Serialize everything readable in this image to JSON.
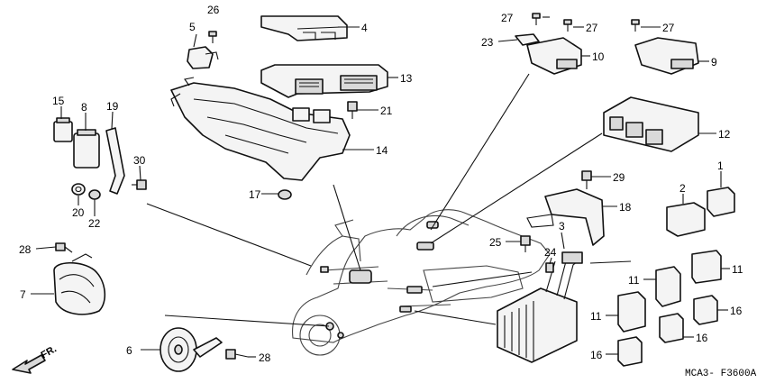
{
  "callouts": [
    {
      "id": "c1",
      "label": "1"
    },
    {
      "id": "c2",
      "label": "2"
    },
    {
      "id": "c3",
      "label": "3"
    },
    {
      "id": "c4",
      "label": "4"
    },
    {
      "id": "c5",
      "label": "5"
    },
    {
      "id": "c6",
      "label": "6"
    },
    {
      "id": "c7",
      "label": "7"
    },
    {
      "id": "c8",
      "label": "8"
    },
    {
      "id": "c9",
      "label": "9"
    },
    {
      "id": "c10",
      "label": "10"
    },
    {
      "id": "c11a",
      "label": "11"
    },
    {
      "id": "c11b",
      "label": "11"
    },
    {
      "id": "c11c",
      "label": "11"
    },
    {
      "id": "c12",
      "label": "12"
    },
    {
      "id": "c13",
      "label": "13"
    },
    {
      "id": "c14",
      "label": "14"
    },
    {
      "id": "c15",
      "label": "15"
    },
    {
      "id": "c16a",
      "label": "16"
    },
    {
      "id": "c16b",
      "label": "16"
    },
    {
      "id": "c16c",
      "label": "16"
    },
    {
      "id": "c17",
      "label": "17"
    },
    {
      "id": "c18",
      "label": "18"
    },
    {
      "id": "c19",
      "label": "19"
    },
    {
      "id": "c20",
      "label": "20"
    },
    {
      "id": "c21",
      "label": "21"
    },
    {
      "id": "c22",
      "label": "22"
    },
    {
      "id": "c23",
      "label": "23"
    },
    {
      "id": "c24",
      "label": "24"
    },
    {
      "id": "c25",
      "label": "25"
    },
    {
      "id": "c26",
      "label": "26"
    },
    {
      "id": "c27a",
      "label": "27"
    },
    {
      "id": "c27b",
      "label": "27"
    },
    {
      "id": "c27c",
      "label": "27"
    },
    {
      "id": "c28a",
      "label": "28"
    },
    {
      "id": "c28b",
      "label": "28"
    },
    {
      "id": "c29",
      "label": "29"
    },
    {
      "id": "c30",
      "label": "30"
    }
  ],
  "direction_label": "FR.",
  "diagram_code": "MCA3- F3600A"
}
